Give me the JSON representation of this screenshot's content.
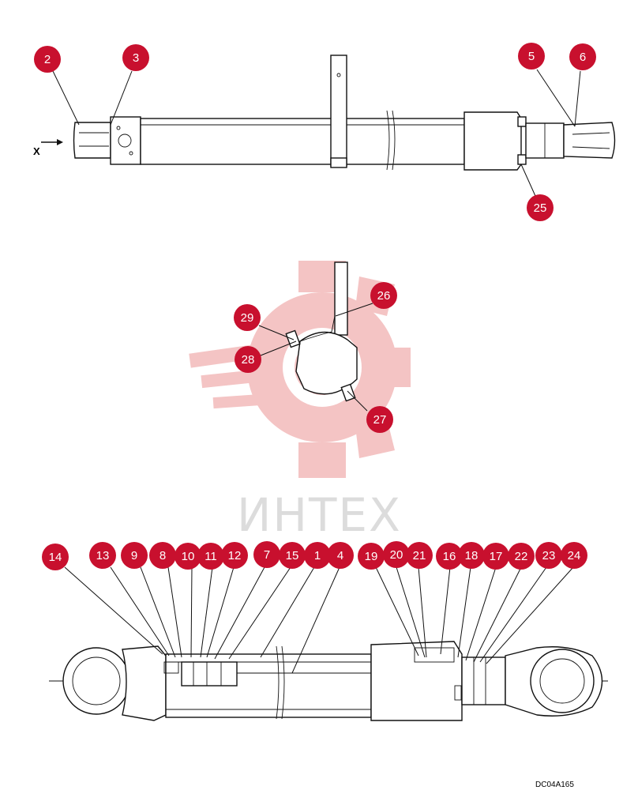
{
  "watermark": {
    "text": "ИНТЕХ"
  },
  "view_label": "X",
  "drawing_code": "DC04A165",
  "colors": {
    "callout": "#c8102e",
    "watermark": "#f4c4c4"
  },
  "callouts": [
    "2",
    "3",
    "5",
    "6",
    "25",
    "26",
    "29",
    "28",
    "27",
    "14",
    "13",
    "9",
    "8",
    "10",
    "11",
    "12",
    "7",
    "15",
    "1",
    "4",
    "19",
    "20",
    "21",
    "16",
    "18",
    "17",
    "22",
    "23",
    "24"
  ]
}
